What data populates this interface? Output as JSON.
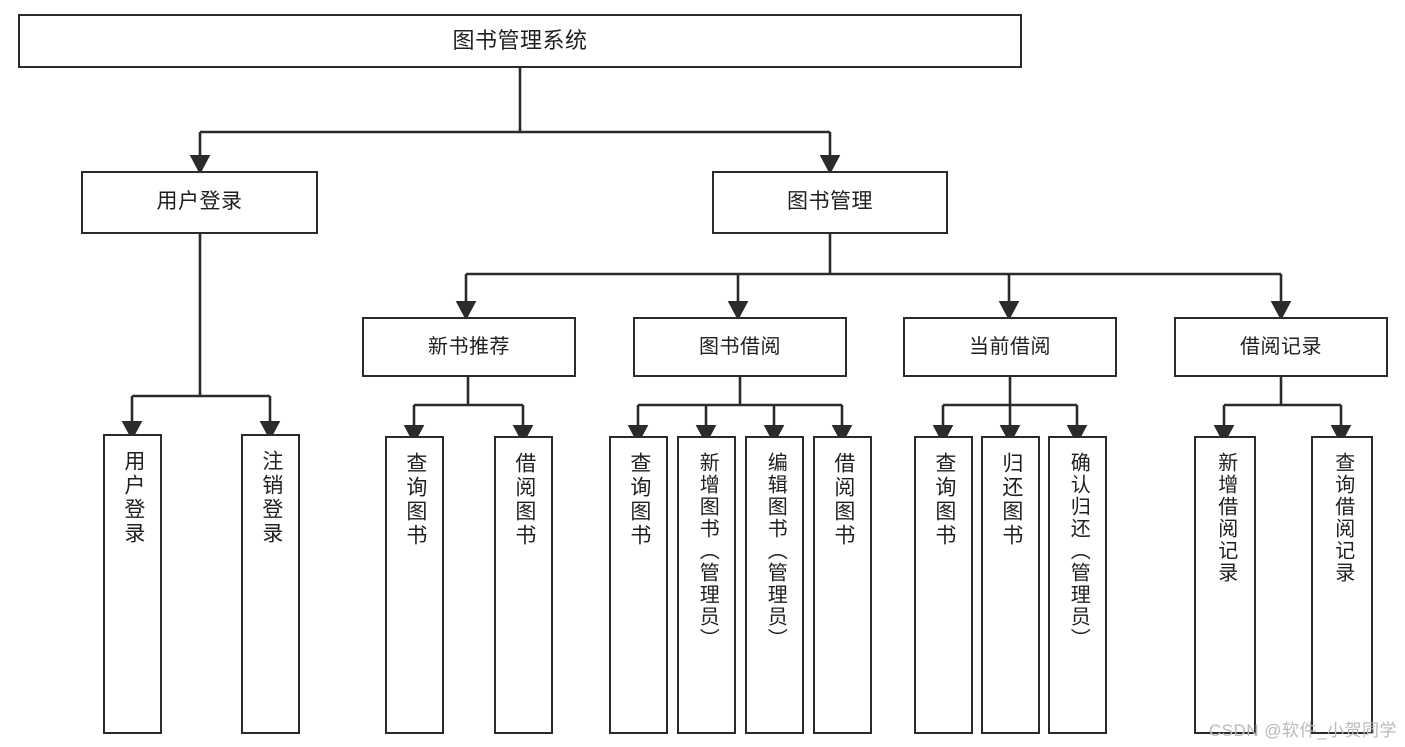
{
  "diagram": {
    "title": "图书管理系统",
    "type": "functional-decomposition-tree",
    "watermark": "CSDN @软件_小贺同学",
    "colors": {
      "background": "#ffffff",
      "stroke": "#2b2b2b",
      "text": "#1f1f1f",
      "watermark": "#b9b9b9"
    },
    "root": {
      "label": "图书管理系统"
    },
    "level2": [
      {
        "id": "user-login",
        "label": "用户登录"
      },
      {
        "id": "book-management",
        "label": "图书管理"
      }
    ],
    "level3": [
      {
        "id": "new-book-recommend",
        "label": "新书推荐",
        "parent": "book-management"
      },
      {
        "id": "book-borrow",
        "label": "图书借阅",
        "parent": "book-management"
      },
      {
        "id": "current-borrow",
        "label": "当前借阅",
        "parent": "book-management"
      },
      {
        "id": "borrow-record",
        "label": "借阅记录",
        "parent": "book-management"
      }
    ],
    "leaves": [
      {
        "id": "leaf-user-login",
        "label": "用户登录",
        "parent": "user-login"
      },
      {
        "id": "leaf-user-logout",
        "label": "注销登录",
        "parent": "user-login"
      },
      {
        "id": "leaf-query-book-1",
        "label": "查询图书",
        "parent": "new-book-recommend"
      },
      {
        "id": "leaf-borrow-book-1",
        "label": "借阅图书",
        "parent": "new-book-recommend"
      },
      {
        "id": "leaf-query-book-2",
        "label": "查询图书",
        "parent": "book-borrow"
      },
      {
        "id": "leaf-add-book",
        "label": "新增图书（管理员）",
        "parent": "book-borrow"
      },
      {
        "id": "leaf-edit-book",
        "label": "编辑图书（管理员）",
        "parent": "book-borrow"
      },
      {
        "id": "leaf-borrow-book-2",
        "label": "借阅图书",
        "parent": "book-borrow"
      },
      {
        "id": "leaf-query-book-3",
        "label": "查询图书",
        "parent": "current-borrow"
      },
      {
        "id": "leaf-return-book",
        "label": "归还图书",
        "parent": "current-borrow"
      },
      {
        "id": "leaf-confirm-return",
        "label": "确认归还（管理员）",
        "parent": "current-borrow"
      },
      {
        "id": "leaf-add-record",
        "label": "新增借阅记录",
        "parent": "borrow-record"
      },
      {
        "id": "leaf-query-record",
        "label": "查询借阅记录",
        "parent": "borrow-record"
      }
    ]
  }
}
